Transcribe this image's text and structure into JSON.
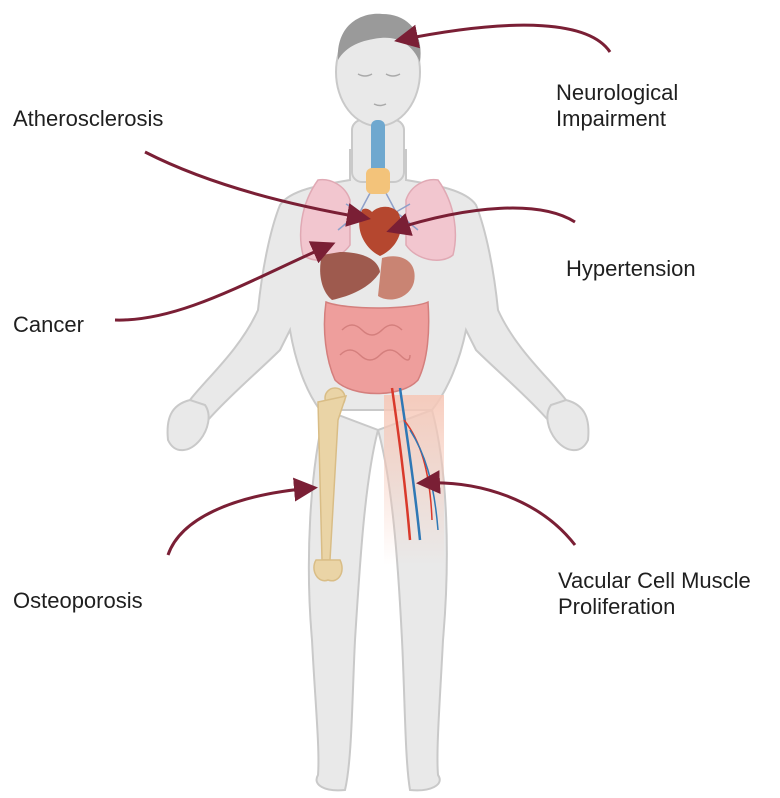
{
  "labels": {
    "neurological": [
      "Neurological",
      "Impairment"
    ],
    "atherosclerosis": "Atherosclerosis",
    "hypertension": "Hypertension",
    "cancer": "Cancer",
    "osteoporosis": "Osteoporosis",
    "vascular": [
      "Vacular Cell Muscle",
      "Proliferation"
    ]
  },
  "colors": {
    "arrow": "#7a1f35",
    "body_fill": "#e9e9e9",
    "body_stroke": "#c9c9c9",
    "head_hair": "#9a9a9a",
    "lungs": "#f2c6cf",
    "heart": "#b5472f",
    "liver": "#9e5a4e",
    "intestine": "#ee9e9c",
    "trachea": "#6fa8cf",
    "bone": "#ead4a6",
    "artery": "#d9392b",
    "vein": "#2f78b5"
  }
}
